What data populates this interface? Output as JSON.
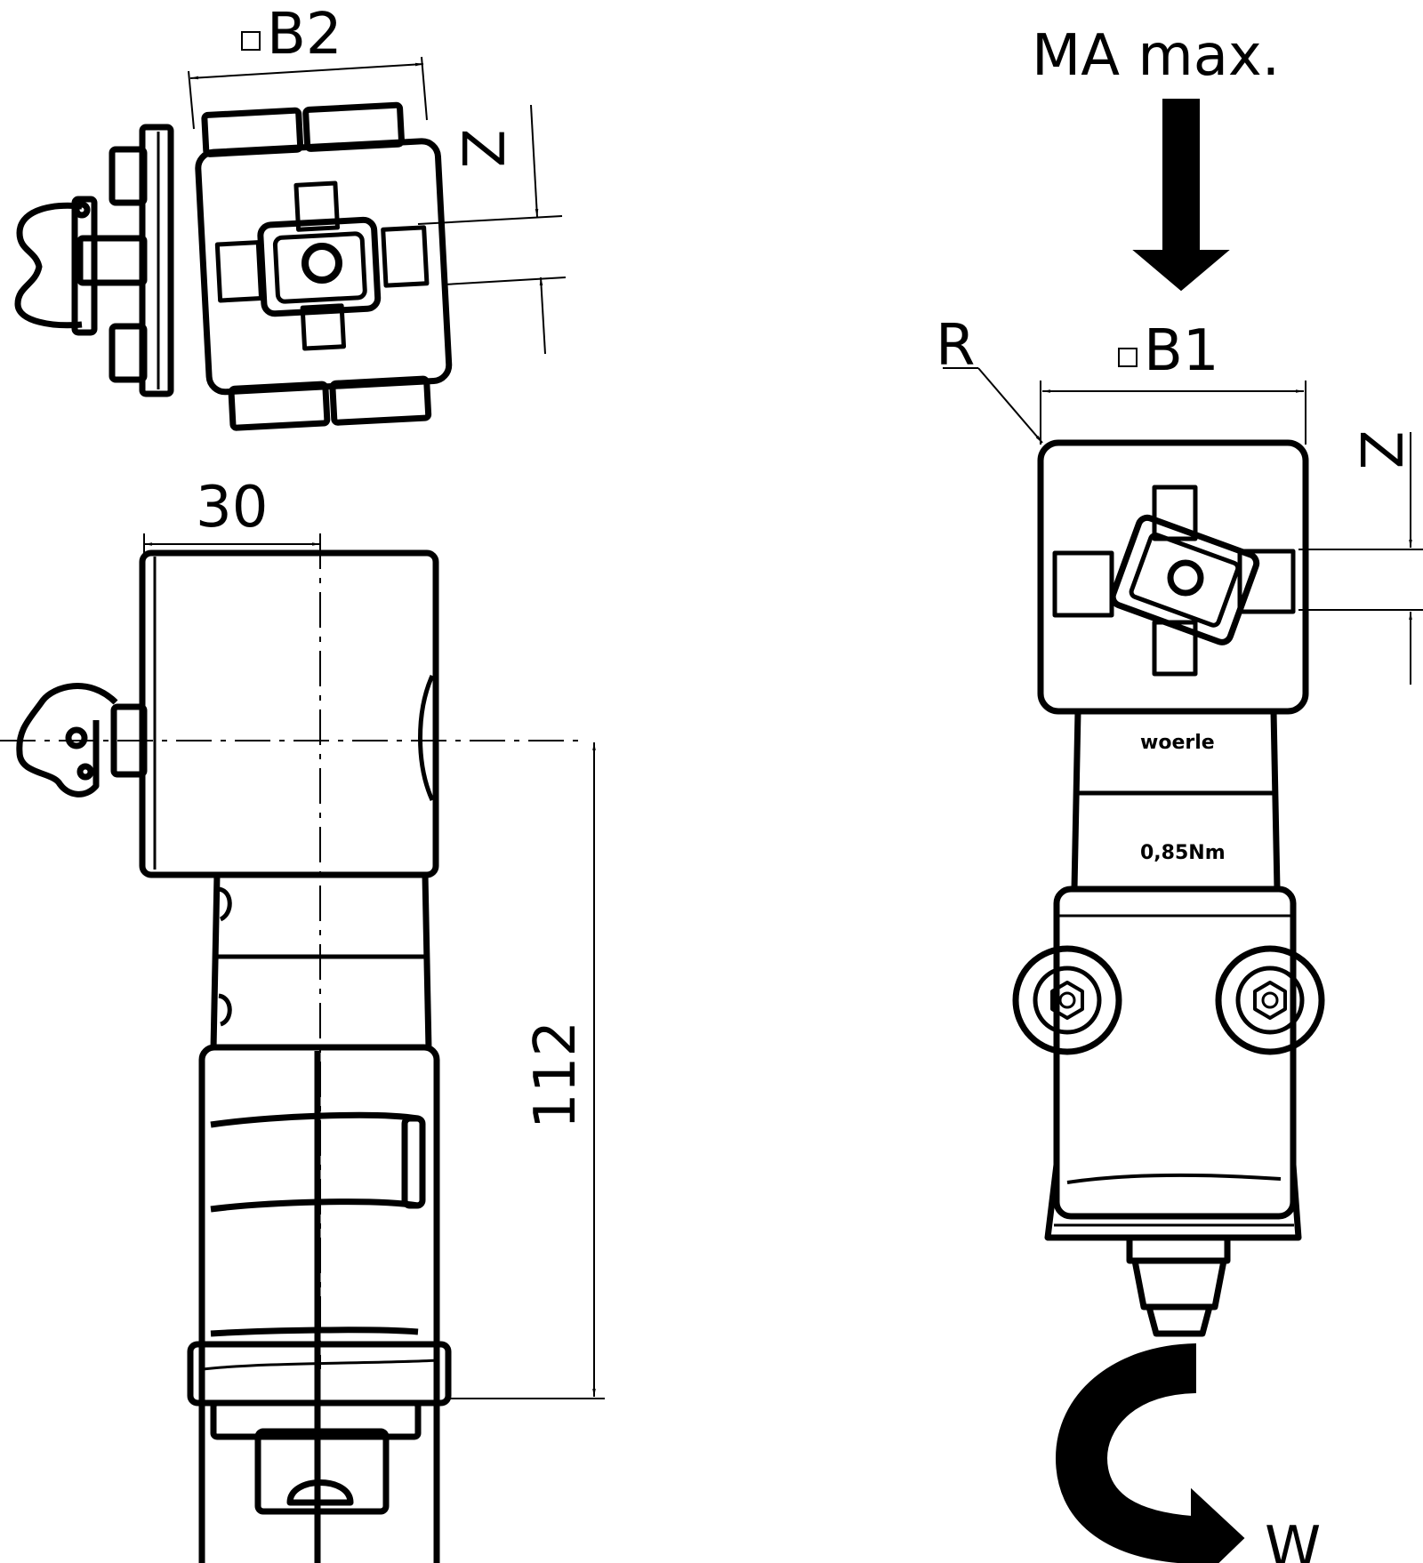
{
  "labels": {
    "b2": "B2",
    "b1": "B1",
    "z_top": "Z",
    "z_right": "Z",
    "ma_max": "MA max.",
    "r": "R",
    "w": "W",
    "dim_30": "30",
    "dim_112": "112"
  },
  "stamps": {
    "upper": "woerle",
    "lower": "0,85Nm"
  },
  "colors": {
    "line": "#000000",
    "background": "#ffffff"
  }
}
